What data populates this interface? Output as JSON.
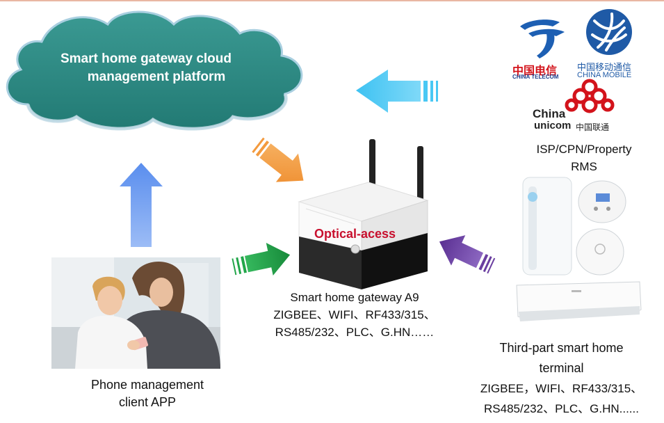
{
  "cloud": {
    "line1": "Smart home gateway cloud",
    "line2": "management platform"
  },
  "gateway": {
    "badge": "Optical-acess",
    "title": "Smart home gateway A9",
    "protocols1": "ZIGBEE、WIFI、RF433/315、",
    "protocols2": "RS485/232、PLC、G.HN……"
  },
  "isp": {
    "line1": "ISP/CPN/Property",
    "line2": "RMS",
    "logos": {
      "telecom_cn": "中国电信",
      "telecom_en": "CHINA TELECOM",
      "mobile_cn": "中国移动通信",
      "mobile_en": "CHINA MOBILE",
      "unicom_a": "China",
      "unicom_b": "unicom",
      "unicom_cn": "中国联通"
    }
  },
  "phone": {
    "line1": "Phone management",
    "line2": "client APP"
  },
  "terminal": {
    "line1": "Third-part smart home",
    "line2": "terminal",
    "line3": "ZIGBEE，WIFI、RF433/315、",
    "line4": "RS485/232、PLC、G.HN......"
  },
  "colors": {
    "cloud": "#2e8a84",
    "arrow_cyan": "#49c8f4",
    "arrow_orange": "#f39a3e",
    "arrow_blue": "#6f9ff2",
    "arrow_green": "#22a64a",
    "arrow_purple": "#6a3ea0",
    "badge_red": "#c8102e"
  }
}
